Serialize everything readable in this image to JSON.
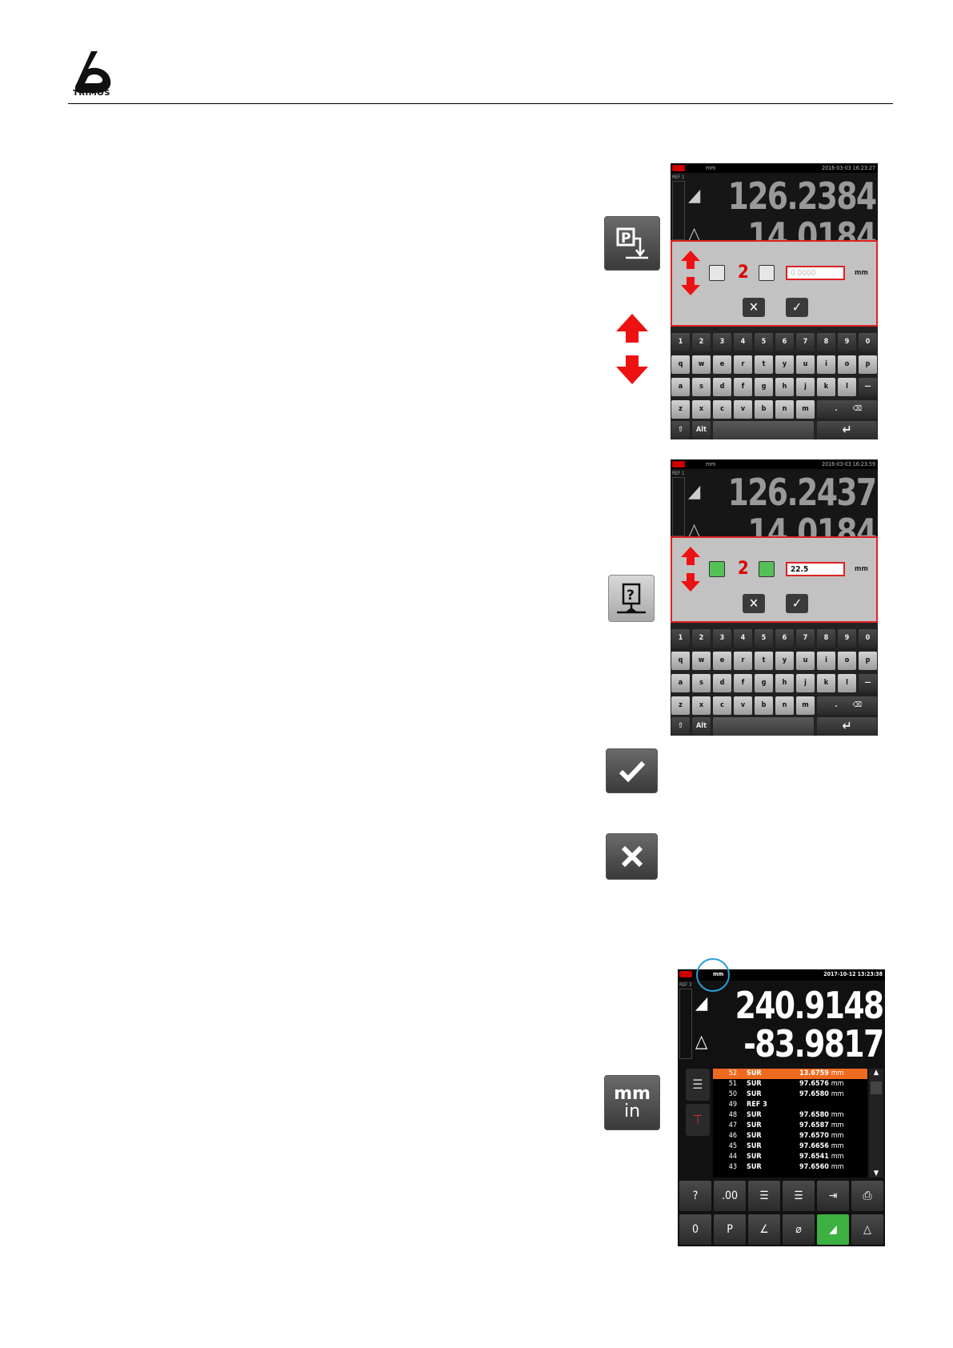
{
  "header": {
    "brand": "TRIMOS"
  },
  "screen1": {
    "unit": "mm",
    "datetime": "2016-03-03 16:23:27",
    "ref": "REF 1",
    "value_main": "126.2384",
    "value_delta": "14.0184",
    "preset_number": "2",
    "input_value": "0.0000",
    "input_unit": "mm"
  },
  "screen2": {
    "unit": "mm",
    "datetime": "2016-03-03 16:23:59",
    "ref": "REF 1",
    "value_main": "126.2437",
    "value_delta": "14.0184",
    "preset_number": "2",
    "input_value": "22.5",
    "input_unit": "mm"
  },
  "keyboard": {
    "row1": [
      "1",
      "2",
      "3",
      "4",
      "5",
      "6",
      "7",
      "8",
      "9",
      "0"
    ],
    "row2": [
      "q",
      "w",
      "e",
      "r",
      "t",
      "y",
      "u",
      "i",
      "o",
      "p"
    ],
    "row3": [
      "a",
      "s",
      "d",
      "f",
      "g",
      "h",
      "j",
      "k",
      "l",
      "—"
    ],
    "row4": [
      "z",
      "x",
      "c",
      "v",
      "b",
      "n",
      "m",
      "."
    ],
    "alt": "Alt"
  },
  "unit_button": {
    "top": "mm",
    "bottom": "in"
  },
  "screen3": {
    "unit": "mm",
    "datetime": "2017-10-12 13:23:38",
    "ref": "REF 3",
    "value_main": "240.9148",
    "value_delta": "-83.9817",
    "list": [
      {
        "idx": "52",
        "type": "SUR",
        "value": "13.6759",
        "unit": "mm",
        "selected": true
      },
      {
        "idx": "51",
        "type": "SUR",
        "value": "97.6576",
        "unit": "mm"
      },
      {
        "idx": "50",
        "type": "SUR",
        "value": "97.6580",
        "unit": "mm"
      },
      {
        "idx": "49",
        "type": "REF 3",
        "value": "",
        "unit": ""
      },
      {
        "idx": "48",
        "type": "SUR",
        "value": "97.6580",
        "unit": "mm"
      },
      {
        "idx": "47",
        "type": "SUR",
        "value": "97.6587",
        "unit": "mm"
      },
      {
        "idx": "46",
        "type": "SUR",
        "value": "97.6570",
        "unit": "mm"
      },
      {
        "idx": "45",
        "type": "SUR",
        "value": "97.6656",
        "unit": "mm"
      },
      {
        "idx": "44",
        "type": "SUR",
        "value": "97.6541",
        "unit": "mm"
      },
      {
        "idx": "43",
        "type": "SUR",
        "value": "97.6560",
        "unit": "mm"
      }
    ],
    "tool_00": ".00",
    "accent": "#3cb040",
    "highlight": "#2a9fd6"
  }
}
